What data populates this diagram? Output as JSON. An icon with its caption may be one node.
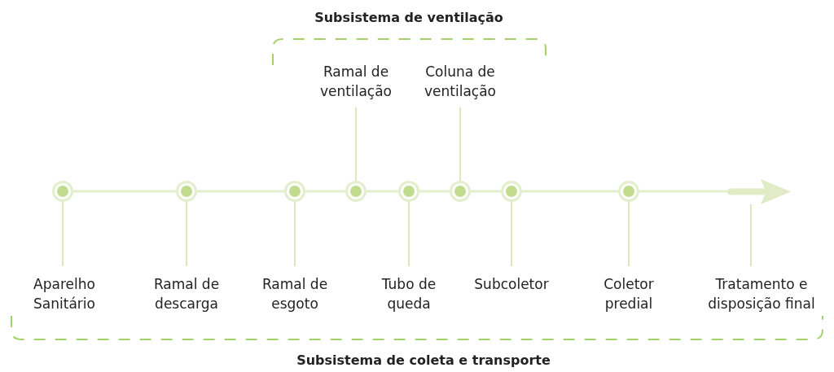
{
  "diagram": {
    "nodes": [
      {
        "text": [],
        "shape": "circle"
      },
      {
        "text": [],
        "shape": "circle"
      },
      {
        "text": [],
        "shape": "circle"
      },
      {
        "text": [],
        "shape": "circle"
      },
      {
        "text": [],
        "shape": "circle"
      },
      {
        "text": [],
        "shape": "circle"
      },
      {
        "text": [],
        "shape": "circle"
      },
      {
        "text": [],
        "shape": "circle"
      },
      {
        "text": [],
        "shape": "arrow"
      },
      {
        "text": [
          "Ramal de ventilação"
        ]
      },
      {
        "text": [
          "Coluna de ventilação"
        ]
      },
      {
        "text": [
          "Aparelho Sanitário"
        ]
      },
      {
        "text": [
          "Ramal de descarga"
        ]
      },
      {
        "text": [
          "Ramal de esgoto"
        ]
      },
      {
        "text": [
          "Tubo de queda"
        ]
      },
      {
        "text": [
          "Subcoletor"
        ]
      },
      {
        "text": [
          "Coletor predial"
        ]
      },
      {
        "text": [
          "Tratamento e disposição final"
        ]
      }
    ],
    "edges": [
      {
        "from": 0,
        "to": 1,
        "arrow": "none"
      },
      {
        "from": 1,
        "to": 2,
        "arrow": "none"
      },
      {
        "from": 2,
        "to": 3,
        "arrow": "none"
      },
      {
        "from": 3,
        "to": 4,
        "arrow": "none"
      },
      {
        "from": 4,
        "to": 5,
        "arrow": "none"
      },
      {
        "from": 5,
        "to": 6,
        "arrow": "none"
      },
      {
        "from": 6,
        "to": 7,
        "arrow": "none"
      },
      {
        "from": 7,
        "to": 8,
        "arrow": "none"
      },
      {
        "from": 9,
        "to": 3,
        "arrow": "none"
      },
      {
        "from": 10,
        "to": 5,
        "arrow": "none"
      },
      {
        "from": 11,
        "to": 0,
        "arrow": "none"
      },
      {
        "from": 12,
        "to": 1,
        "arrow": "none"
      },
      {
        "from": 13,
        "to": 2,
        "arrow": "none"
      },
      {
        "from": 14,
        "to": 4,
        "arrow": "none"
      },
      {
        "from": 15,
        "to": 6,
        "arrow": "none"
      },
      {
        "from": 16,
        "to": 7,
        "arrow": "none"
      },
      {
        "from": 17,
        "to": 8,
        "arrow": "none"
      }
    ],
    "labels": [
      "Subsistema de ventilação",
      "Subsistema de coleta e transporte"
    ]
  }
}
